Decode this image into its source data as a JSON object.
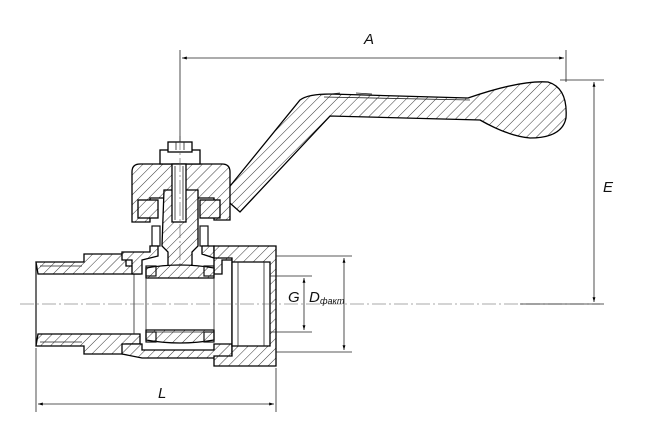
{
  "dimensions": {
    "a_label": "A",
    "e_label": "E",
    "g_label": "G",
    "d_label_main": "D",
    "d_label_sub": "факт",
    "l_label": "L"
  }
}
